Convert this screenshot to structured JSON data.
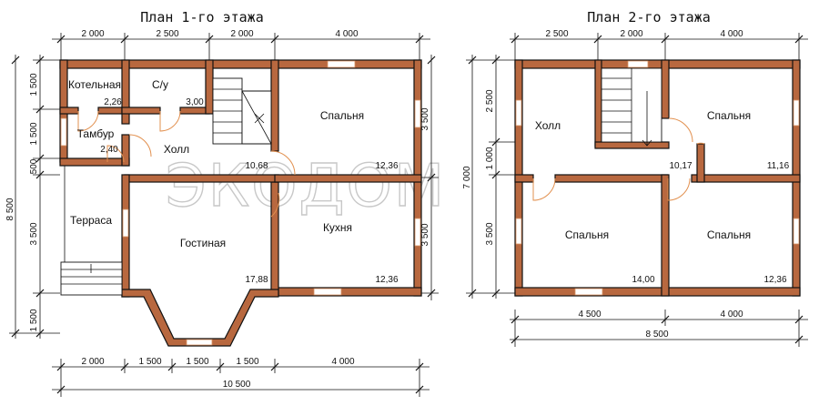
{
  "plan1": {
    "title": "План 1-го этажа",
    "top_dims": [
      "2 000",
      "2 500",
      "2 000",
      "4 000"
    ],
    "left_dims": [
      "1 500",
      "1 500",
      "500",
      "3 500",
      "1 500"
    ],
    "left_total": "8 500",
    "right_dims": [
      "3 500",
      "3 500"
    ],
    "bottom_dims": [
      "2 000",
      "1 500",
      "1 500",
      "1 500",
      "4 000"
    ],
    "bottom_total": "10 500",
    "rooms": {
      "boiler": {
        "name": "Котельная",
        "area": "2,26"
      },
      "wc": {
        "name": "С/у",
        "area": "3,00"
      },
      "vestibule": {
        "name": "Тамбур",
        "area": "2,40"
      },
      "hall": {
        "name": "Холл",
        "area": "10,68"
      },
      "bedroom": {
        "name": "Спальня",
        "area": "12,36"
      },
      "terrace": {
        "name": "Терраса"
      },
      "living": {
        "name": "Гостиная",
        "area": "17,88"
      },
      "kitchen": {
        "name": "Кухня",
        "area": "12,36"
      }
    }
  },
  "plan2": {
    "title": "План 2-го этажа",
    "top_dims": [
      "2 500",
      "2 000",
      "4 000"
    ],
    "left_dims": [
      "2 500",
      "1 000",
      "3 500"
    ],
    "left_total": "7 000",
    "bottom_dims": [
      "4 500",
      "4 000"
    ],
    "bottom_total": "8 500",
    "rooms": {
      "hall": {
        "name": "Холл",
        "area": "10,17"
      },
      "bedroom_ne": {
        "name": "Спальня",
        "area": "11,16"
      },
      "bedroom_sw": {
        "name": "Спальня",
        "area": "14,00"
      },
      "bedroom_se": {
        "name": "Спальня",
        "area": "12,36"
      }
    }
  },
  "watermark": "ЭКОДОМ"
}
